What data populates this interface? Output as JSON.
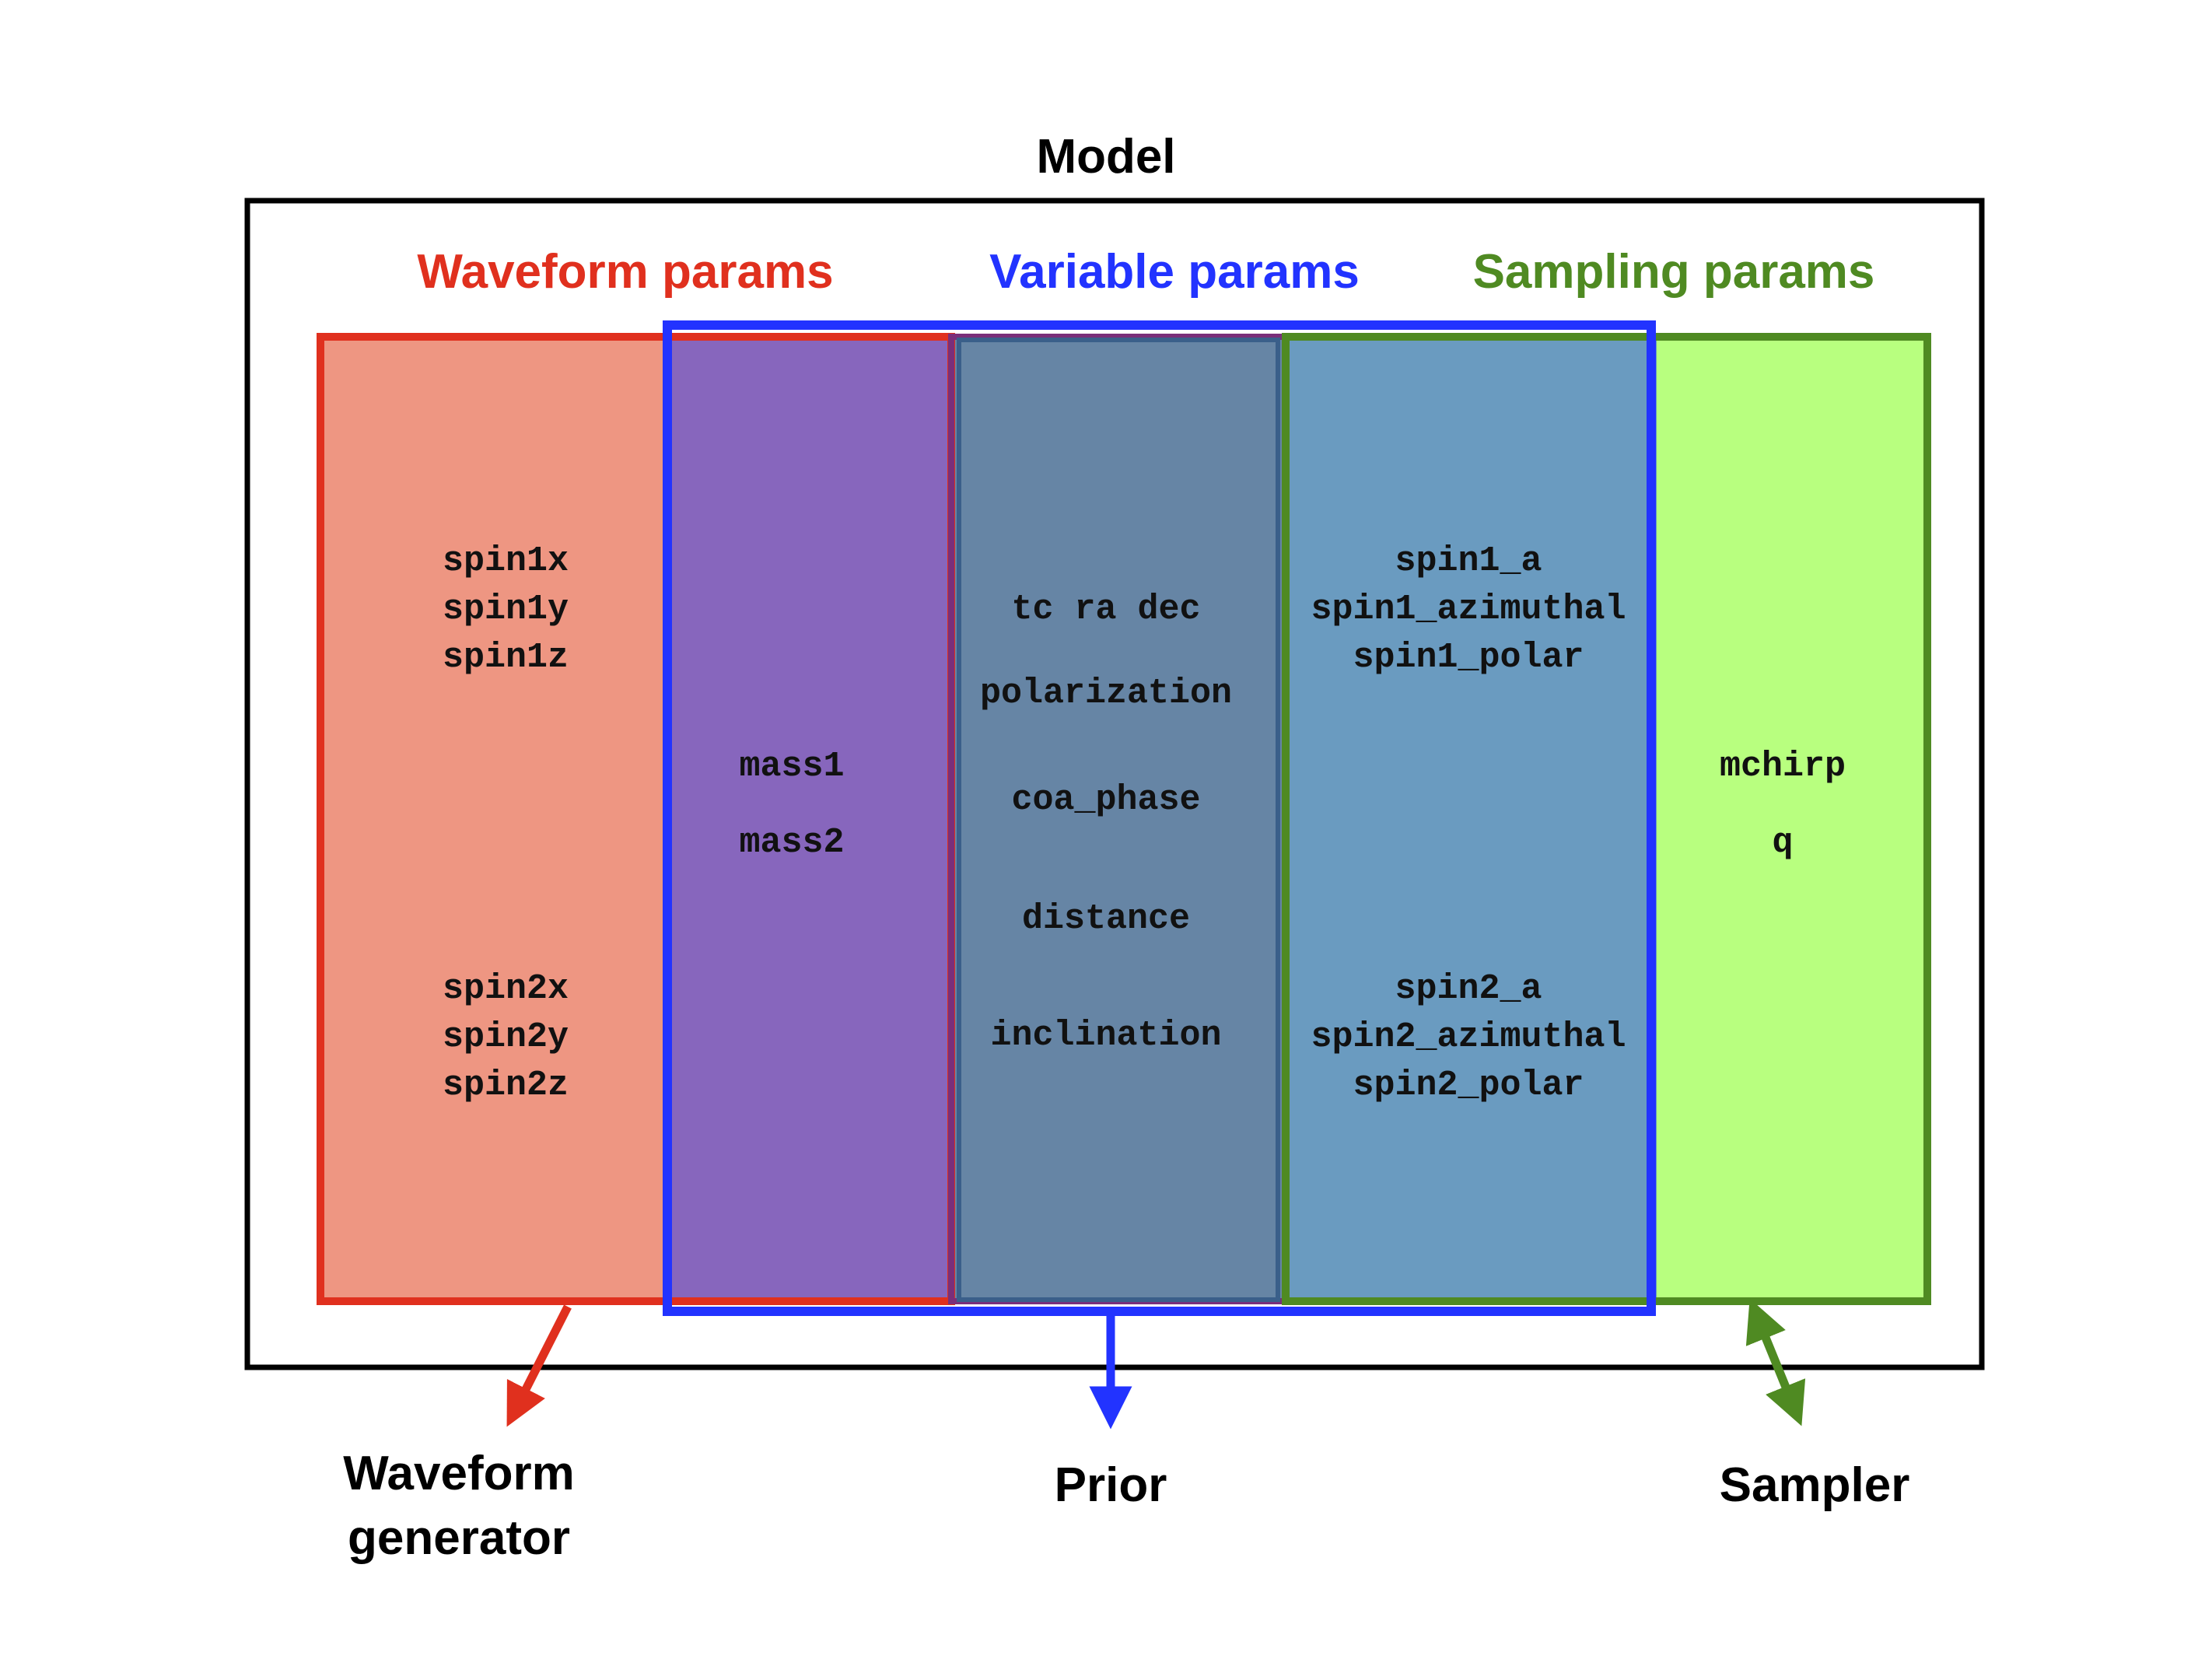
{
  "model_title": "Model",
  "groups": {
    "waveform": {
      "label": "Waveform params",
      "color": "#e0301e"
    },
    "variable": {
      "label": "Variable params",
      "color": "#2233ff"
    },
    "sampling": {
      "label": "Sampling params",
      "color": "#4f8a22"
    }
  },
  "params": {
    "spin1_xyz": [
      "spin1x",
      "spin1y",
      "spin1z"
    ],
    "spin2_xyz": [
      "spin2x",
      "spin2y",
      "spin2z"
    ],
    "masses": [
      "mass1",
      "mass2"
    ],
    "extrinsic": [
      "tc ra dec",
      "polarization",
      "coa_phase",
      "distance",
      "inclination"
    ],
    "spin1_polar": [
      "spin1_a",
      "spin1_azimuthal",
      "spin1_polar"
    ],
    "spin2_polar": [
      "spin2_a",
      "spin2_azimuthal",
      "spin2_polar"
    ],
    "sampling": [
      "mchirp",
      "q"
    ]
  },
  "outputs": {
    "waveform_generator": [
      "Waveform",
      "generator"
    ],
    "prior": "Prior",
    "sampler": "Sampler"
  },
  "fills": {
    "waveform_region": "#ee9682",
    "overlap_region": "#8766bd",
    "extrinsic_region": "#6685a5",
    "spin_region": "#6a9bc0",
    "sampling_region": "#b8ff7f"
  }
}
